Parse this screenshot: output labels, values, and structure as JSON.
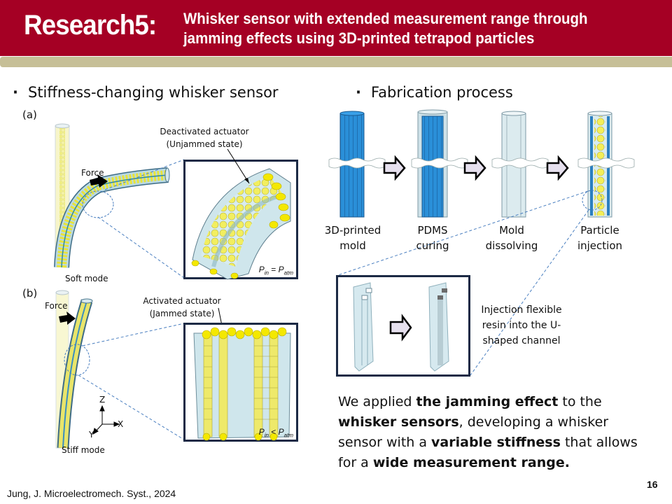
{
  "header": {
    "title_main": "Research5:",
    "title_sub_line1": "Whisker sensor with extended measurement range through",
    "title_sub_line2": "jamming effects using 3D-printed tetrapod particles",
    "colors": {
      "header_bg": "#a50024",
      "accent_bar": "#c6bf97"
    }
  },
  "left_section": {
    "bullet": "·",
    "title": "Stiffness-changing whisker sensor",
    "panel_a": {
      "label": "(a)",
      "force_label": "Force",
      "mode_label": "Soft mode",
      "actuator_label_line1": "Deactivated actuator",
      "actuator_label_line2": "(Unjammed state)",
      "pressure": {
        "lhs": "P",
        "lhs_sub": "in",
        "op": "=",
        "rhs": "P",
        "rhs_sub": "atm"
      }
    },
    "panel_b": {
      "label": "(b)",
      "force_label": "Force",
      "mode_label": "Stiff mode",
      "actuator_label_line1": "Activated actuator",
      "actuator_label_line2": "(Jammed state)",
      "pressure": {
        "lhs": "P",
        "lhs_sub": "in",
        "op": "<",
        "rhs": "P",
        "rhs_sub": "atm"
      },
      "axes": {
        "z": "Z",
        "x": "X",
        "y": "Y"
      }
    }
  },
  "right_section": {
    "bullet": "·",
    "title": "Fabrication process",
    "steps": [
      {
        "line1": "3D-printed",
        "line2": "mold"
      },
      {
        "line1": "PDMS",
        "line2": "curing"
      },
      {
        "line1": "Mold",
        "line2": "dissolving"
      },
      {
        "line1": "Particle",
        "line2": "injection"
      }
    ],
    "inject_note_line1": "Injection flexible",
    "inject_note_line2": "resin into the U-",
    "inject_note_line3": "shaped channel"
  },
  "summary": {
    "p1": "We applied ",
    "b1": "the jamming effect",
    "p2": " to the ",
    "b2": "whisker sensors",
    "p3": ", developing a whisker sensor with a ",
    "b3": "variable stiffness",
    "p4": " that allows for a ",
    "b4": "wide measurement range."
  },
  "footer": {
    "citation": "Jung, J. Microelectromech. Syst., 2024",
    "page_number": "16"
  }
}
